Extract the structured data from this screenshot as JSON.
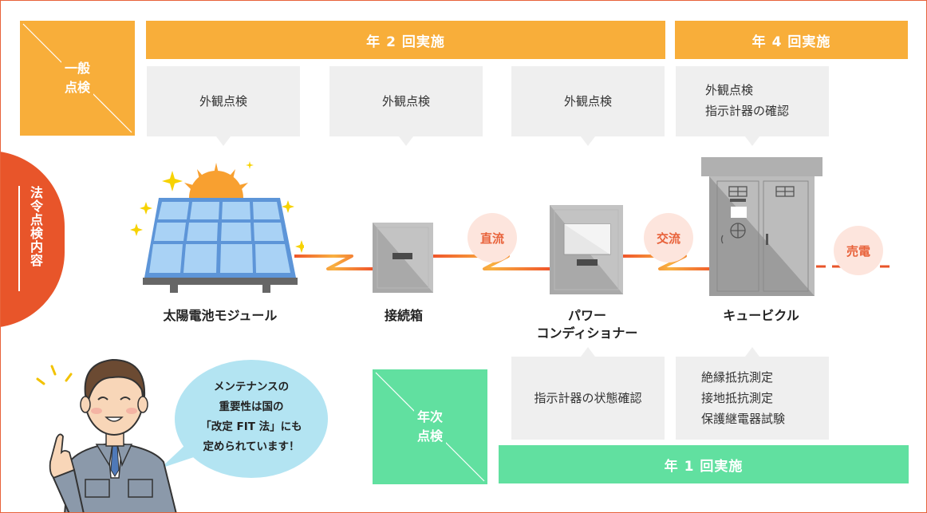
{
  "side_label": "法令点検内容",
  "general_inspection": {
    "label_line1": "一般",
    "label_line2": "点検"
  },
  "annual_inspection": {
    "label_line1": "年次",
    "label_line2": "点検"
  },
  "banners": {
    "twice_yearly": "年 2 回実施",
    "four_yearly": "年 4 回実施",
    "once_yearly": "年 1 回実施"
  },
  "general_items": [
    {
      "lines": [
        "外観点検"
      ]
    },
    {
      "lines": [
        "外観点検"
      ]
    },
    {
      "lines": [
        "外観点検"
      ]
    },
    {
      "lines": [
        "外観点検",
        "指示計器の確認"
      ]
    }
  ],
  "annual_items": [
    {
      "lines": [
        "指示計器の状態確認"
      ]
    },
    {
      "lines": [
        "絶縁抵抗測定",
        "接地抵抗測定",
        "保護継電器試験"
      ]
    }
  ],
  "equipment": [
    {
      "name_line1": "太陽電池モジュール",
      "name_line2": ""
    },
    {
      "name_line1": "接続箱",
      "name_line2": ""
    },
    {
      "name_line1": "パワー",
      "name_line2": "コンディショナー"
    },
    {
      "name_line1": "キュービクル",
      "name_line2": ""
    }
  ],
  "currents": {
    "dc": "直流",
    "ac": "交流",
    "sell": "売電"
  },
  "speech": {
    "line1": "メンテナンスの",
    "line2": "重要性は国の",
    "line3": "「改定 FIT 法」にも",
    "line4": "定められています！"
  },
  "colors": {
    "orange": "#f8ae3a",
    "green": "#61e0a0",
    "accent": "#e8623a",
    "gray_box": "#efefef"
  }
}
